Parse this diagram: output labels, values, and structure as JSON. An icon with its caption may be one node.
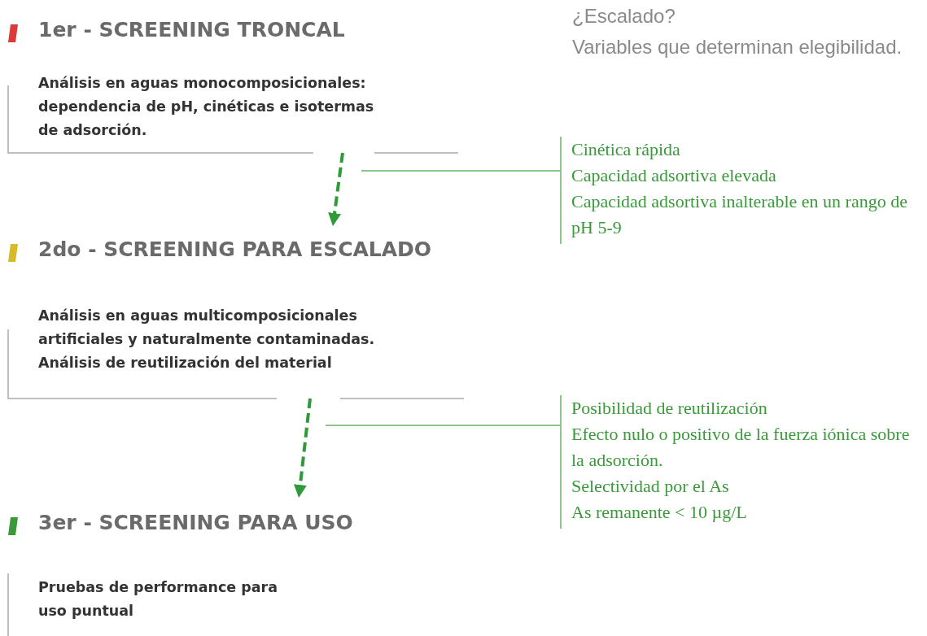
{
  "diagram": {
    "nodes": [
      {
        "text": [
          "1er - SCREENING TRONCAL",
          "Análisis en aguas monocomposicionales: dependencia de pH, cinéticas e isotermas de adsorción."
        ]
      },
      {
        "text": [
          "Cinética rápida",
          "Capacidad adsortiva elevada",
          "Capacidad adsortiva inalterable en un rango de pH 5-9"
        ]
      },
      {
        "text": [
          "2do - SCREENING PARA ESCALADO",
          "Análisis en aguas multicomposicionales artificiales y naturalmente contaminadas. Análisis de reutilización del material"
        ]
      },
      {
        "text": [
          "Posibilidad de reutilización",
          "Efecto nulo o positivo de la fuerza iónica sobre la adsorción.",
          "Selectividad por el As",
          "As remanente < 10 µg/L"
        ]
      },
      {
        "text": [
          "3er - SCREENING PARA USO",
          "Pruebas de performance para uso puntual"
        ]
      }
    ],
    "edges": [
      {
        "from": 0,
        "to": 2,
        "arrow": "to",
        "style": "dashed"
      },
      {
        "from": 1,
        "to": null,
        "arrow": "none",
        "color": "#8cc88c"
      },
      {
        "from": 2,
        "to": 4,
        "arrow": "to",
        "style": "dashed"
      },
      {
        "from": 3,
        "to": null,
        "arrow": "none",
        "color": "#8cc88c"
      }
    ],
    "labels": [
      "¿Escalado?",
      "Variables que determinan elegibilidad."
    ]
  }
}
